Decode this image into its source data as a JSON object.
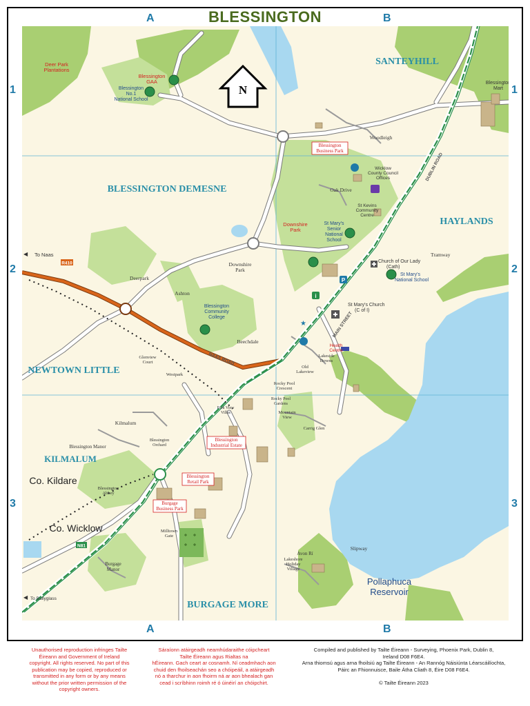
{
  "title": "BLESSINGTON",
  "grid": {
    "columns": [
      "A",
      "B"
    ],
    "rows": [
      "1",
      "2",
      "3"
    ]
  },
  "labels": {
    "north": "N",
    "deer_park": "Deer Park\nPlantations",
    "gaa": "Blessington\nGAA",
    "national_school_1": "Blessington\nNo.1\nNational School",
    "santeyhill": "SANTEYHILL",
    "blessington_mart": "Blessington\nMart",
    "woodleigh": "Woodleigh",
    "business_park": "Blessington\nBusiness Park",
    "wicklow_offices": "Wicklow\nCounty Council\nOffices",
    "oak_drive": "Oak Drive",
    "demesne": "BLESSINGTON DEMESNE",
    "haylands": "HAYLANDS",
    "downshire_park_green": "Downshire\nPark",
    "st_kevins": "St Kevins\nCommunity\nCentre",
    "st_marys_senior": "St Mary's\nSenior\nNational\nSchool",
    "tramway": "Tramway",
    "church_our_lady": "Church of Our Lady\n(Cath)",
    "st_marys_ns": "St Mary's\nNational School",
    "st_marys_church": "St Mary's Church\n(C of I)",
    "to_naas": "To Naas",
    "deerpark": "Deerpark",
    "ashton": "Ashton",
    "downshire_park": "Downshire\nPark",
    "community_college": "Blessington\nCommunity\nCollege",
    "beechdale": "Beechdale",
    "health_centre": "Health\nCentre",
    "lakeside_downs": "Lakeside\nDowns",
    "newtown_little": "NEWTOWN LITTLE",
    "glenview_court": "Glenview\nCourt",
    "westpark": "Westpark",
    "old_lakeview": "Old\nLakeview",
    "rocky_pool_crescent": "Rocky Pool\nCrescent",
    "rocky_pool_gardens": "Rocky Pool\nGardens",
    "park_view_villas": "Park View\nVillas",
    "mountain_view": "Mountain\nView",
    "carrig_glen": "Carrig Glen",
    "kilmalum_estate": "Kilmalum",
    "blessington_manor": "Blessington Manor",
    "blessington_orchard": "Blessington\nOrchard",
    "industrial_estate": "Blessington\nIndustrial Estate",
    "kilmalum": "KILMALUM",
    "co_kildare": "Co. Kildare",
    "retail_park": "Blessington\nRetail Park",
    "blessington_abbey": "Blessington\nAbbey",
    "burgage_business_park": "Burgage\nBusiness Park",
    "co_wicklow": "Co. Wicklow",
    "milltown_gate": "Milltown\nGate",
    "slipway": "Slipway",
    "avon_ri": "Avon Rí",
    "lakeshore_village": "Lakeshore\nHoliday\nVillage",
    "burgage_manor": "Burgage\nManor",
    "reservoir": "Pollaphuca\nReservoir",
    "burgage_more": "BURGAGE MORE",
    "to_ballyglass": "To Ballyglass",
    "road_r410": "R410",
    "road_n81": "N81",
    "main_street": "MAIN STREET",
    "naas_road": "NAAS ROAD",
    "dublin_road": "DUBLIN ROAD"
  },
  "footer": {
    "col1": "Unauthorised reproduction infringes Tailte\nÉireann and Government of Ireland\ncopyright. All rights reserved. No part of this\npublication may be copied, reproduced or\ntransmitted in any form or by any means\nwithout the prior written permission of the\ncopyright owners.",
    "col2": "Sáraíonn atáirgeadh neamhúdaraithe cóipcheart\nTailte Éireann agus Rialtas na\nhÉireann. Gach ceart ar cosnamh. Ní ceadmhach aon\nchuid den fhoilseachán seo a chóipeáil, a atáirgeadh\nnó a tharchur in aon fhoirm ná ar aon bhealach gan\ncead i scríbhinn roimh ré ó úinéirí an chóipchirt.",
    "col3": "Compiled and published by Tailte Éireann - Surveying, Phoenix Park, Dublin 8,\nIreland D08 F6E4.\nArna thiomsú agus arna fhoilsiú ag Tailte Éireann - An Rannóg Náisiúnta Léarscáilíochta,\nPáirc an Fhionnuisce, Baile Átha Cliath 8, Éire D08 F6E4.",
    "copyright": "© Tailte Éireann 2023"
  },
  "colors": {
    "title": "#4a6b1f",
    "grid_label": "#1f7aa8",
    "land": "#fbf6e3",
    "woodland": "#a9cf72",
    "green_space": "#c4e09a",
    "water": "#a8d8f0",
    "road": "#ffffff",
    "road_outline": "#7a7a7a",
    "regional_road": "#d9651a",
    "national_road": "#2a8f4a",
    "buildings": "#c9b48a",
    "grid_line": "#5eb3d6",
    "label_blue": "#2a8fa8",
    "label_red": "#d42020"
  }
}
